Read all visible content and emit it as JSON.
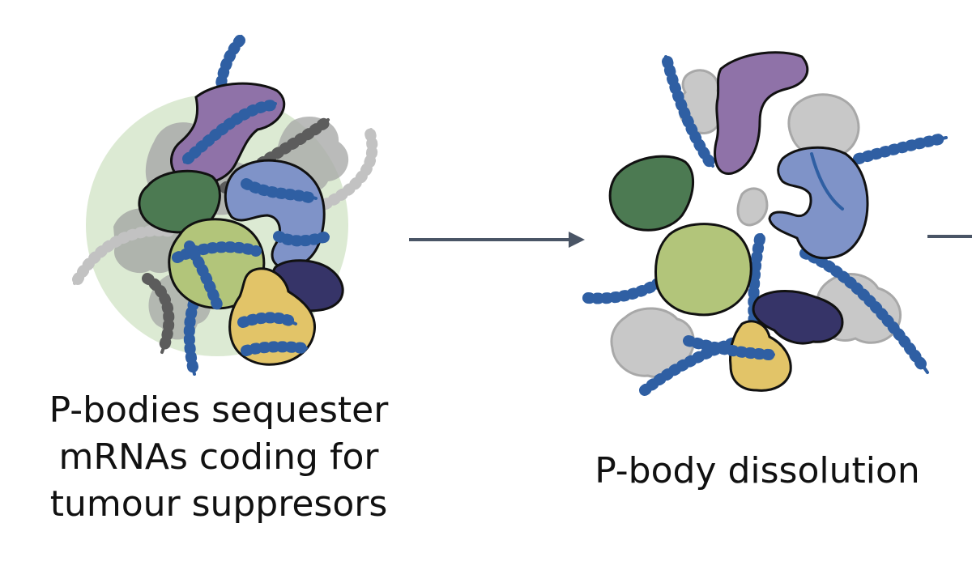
{
  "stages": [
    {
      "caption_lines": [
        "P-bodies sequester",
        "mRNAs coding for",
        "tumour suppresors"
      ]
    },
    {
      "caption_lines": [
        "P-body dissolution"
      ]
    }
  ],
  "colors": {
    "halo": "#dcead3",
    "purple": "#8f72a8",
    "dark_green": "#4c7a52",
    "blue_protein": "#7f93c8",
    "light_green": "#b2c57a",
    "navy": "#363468",
    "yellow": "#e2c468",
    "grey": "#c8c8c8",
    "rna_blue": "#2f5fa3",
    "arrow": "#4a5566"
  }
}
